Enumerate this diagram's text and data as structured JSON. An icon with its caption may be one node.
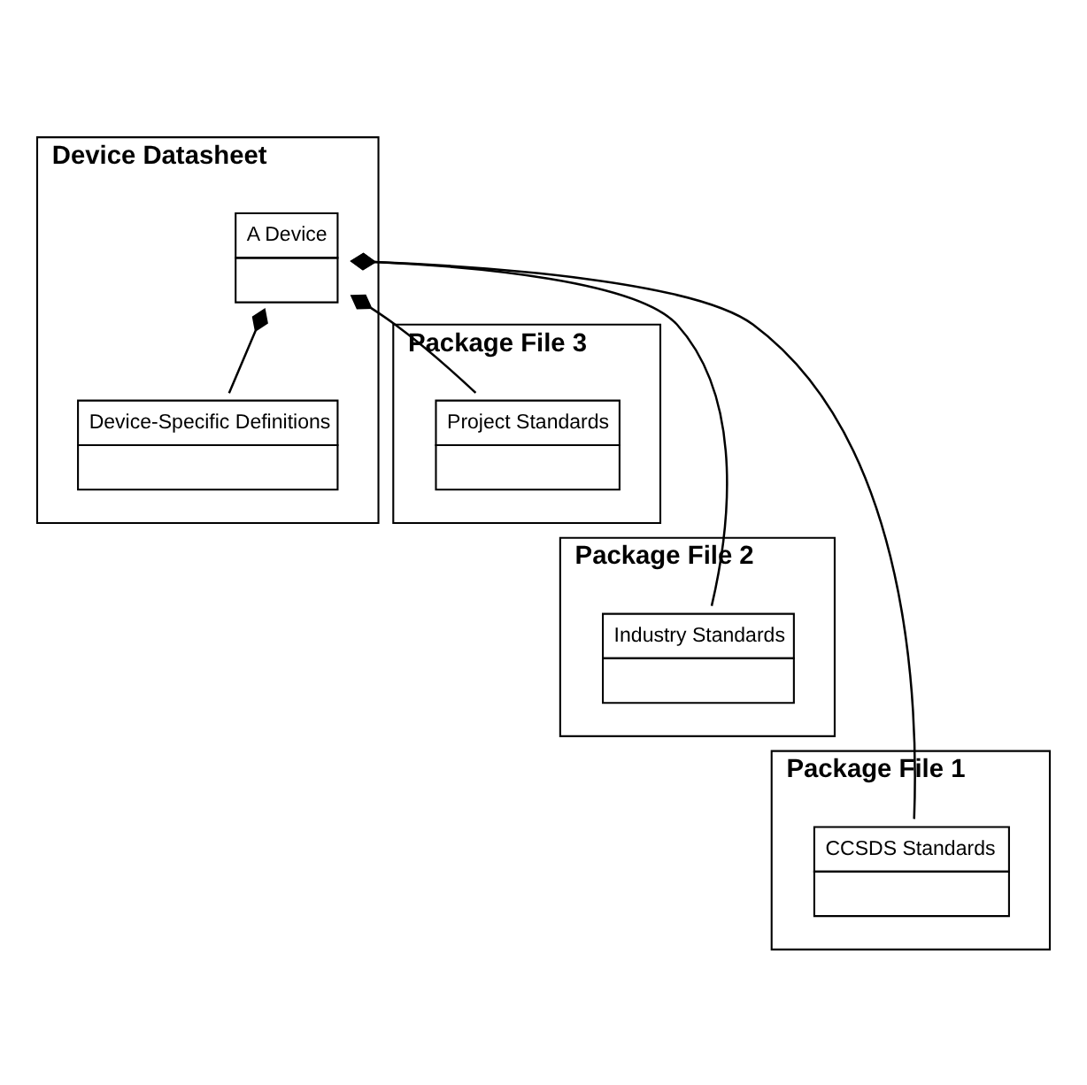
{
  "diagram": {
    "nodes": [
      {
        "text": [
          "Device Datasheet"
        ]
      },
      {
        "text": [
          "A Device"
        ],
        "in": 0
      },
      {
        "text": [
          "Device-Specific Definitions"
        ],
        "in": 0
      },
      {
        "text": [
          "Package File 3"
        ]
      },
      {
        "text": [
          "Project Standards"
        ],
        "in": 3
      },
      {
        "text": [
          "Package File 2"
        ]
      },
      {
        "text": [
          "Industry Standards"
        ],
        "in": 5
      },
      {
        "text": [
          "Package File 1"
        ]
      },
      {
        "text": [
          "CCSDS Standards"
        ],
        "in": 7
      }
    ],
    "edges": [
      {
        "from": 1,
        "to": 2,
        "arrow": "other"
      },
      {
        "from": 1,
        "to": 4,
        "arrow": "other"
      },
      {
        "from": 1,
        "to": 6,
        "arrow": "other"
      },
      {
        "from": 1,
        "to": 8,
        "arrow": "other"
      }
    ]
  }
}
